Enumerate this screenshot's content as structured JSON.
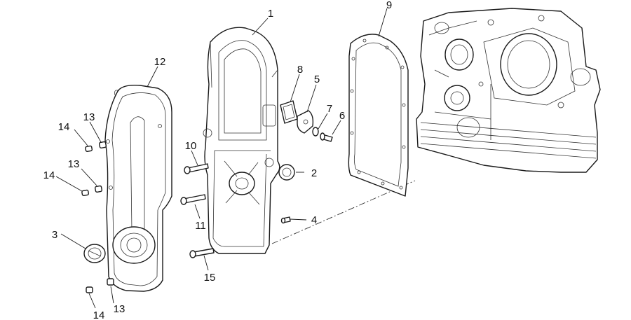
{
  "callouts": {
    "c1": "1",
    "c2": "2",
    "c3": "3",
    "c4": "4",
    "c5": "5",
    "c6": "6",
    "c7": "7",
    "c8": "8",
    "c9": "9",
    "c10": "10",
    "c11": "11",
    "c12": "12",
    "c13a": "13",
    "c13b": "13",
    "c13c": "13",
    "c14a": "14",
    "c14b": "14",
    "c14c": "14",
    "c15": "15"
  },
  "colors": {
    "line": "#1a1a1a",
    "background": "#ffffff"
  }
}
